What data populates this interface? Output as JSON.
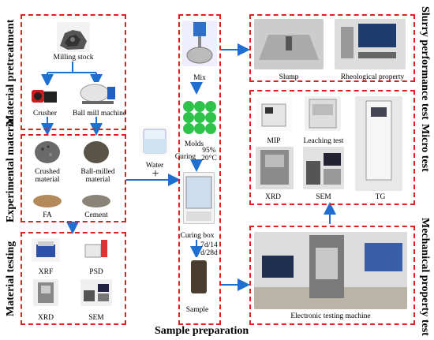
{
  "panels": {
    "material_pretreatment": {
      "title": "Material pretreatment",
      "milling_stock": "Milling stock",
      "crusher": "Crusher",
      "ball_mill": "Ball mill machine"
    },
    "experimental_material": {
      "title": "Experimental material",
      "crushed": "Crushed material",
      "ball_milled": "Ball-milled material",
      "fa": "FA",
      "cement": "Cement"
    },
    "material_testing": {
      "title": "Material testing",
      "xrf": "XRF",
      "psd": "PSD",
      "xrd": "XRD",
      "sem": "SEM"
    },
    "water": {
      "label": "Water",
      "plus": "+"
    },
    "sample_preparation": {
      "title": "Sample preparation",
      "mix": "Mix",
      "molds": "Molds",
      "curing": "Curing",
      "curing_cond": "95%\n20°C",
      "curing_box": "Curing box",
      "ages": "7d/14\nd/28d",
      "sample": "Sample"
    },
    "slurry": {
      "title": "Slurry performance test",
      "slump": "Slump",
      "rheo": "Rheological property"
    },
    "micro": {
      "title": "Micro test",
      "mip": "MIP",
      "leaching": "Leaching test",
      "tg": "TG",
      "xrd": "XRD",
      "sem": "SEM"
    },
    "mechanical": {
      "title": "Mechanical property test",
      "etm": "Electronic testing machine"
    }
  },
  "colors": {
    "dashed_border": "#e02020",
    "arrow": "#1f6fd1"
  }
}
